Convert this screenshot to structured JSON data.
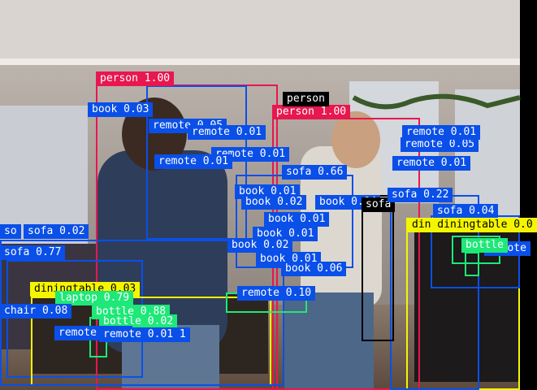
{
  "detections": [
    {
      "label": "person 1.00",
      "color": "#e8174f",
      "text": "#ffffff"
    },
    {
      "label": "person 1.00",
      "color": "#e8174f",
      "text": "#ffffff"
    },
    {
      "label": "person",
      "color": "#000000",
      "text": "#ffffff"
    },
    {
      "label": "book 0.03",
      "color": "#0a4fe8",
      "text": "#ffffff"
    },
    {
      "label": "remote 0.05",
      "color": "#0a4fe8",
      "text": "#ffffff"
    },
    {
      "label": "remote 0.01",
      "color": "#0a4fe8",
      "text": "#ffffff"
    },
    {
      "label": "remote 0.01",
      "color": "#0a4fe8",
      "text": "#ffffff"
    },
    {
      "label": "remote 0.01",
      "color": "#0a4fe8",
      "text": "#ffffff"
    },
    {
      "label": "remote 0.05",
      "color": "#0a4fe8",
      "text": "#ffffff"
    },
    {
      "label": "remote 0.01",
      "color": "#0a4fe8",
      "text": "#ffffff"
    },
    {
      "label": "sofa 0.66",
      "color": "#0a4fe8",
      "text": "#ffffff"
    },
    {
      "label": "book 0.01",
      "color": "#0a4fe8",
      "text": "#ffffff"
    },
    {
      "label": "book 0.02",
      "color": "#0a4fe8",
      "text": "#ffffff"
    },
    {
      "label": "book 0.04",
      "color": "#0a4fe8",
      "text": "#ffffff"
    },
    {
      "label": "book 0.01",
      "color": "#0a4fe8",
      "text": "#ffffff"
    },
    {
      "label": "book 0.01",
      "color": "#0a4fe8",
      "text": "#ffffff"
    },
    {
      "label": "book 0.02",
      "color": "#0a4fe8",
      "text": "#ffffff"
    },
    {
      "label": "book 0.01",
      "color": "#0a4fe8",
      "text": "#ffffff"
    },
    {
      "label": "book 0.06",
      "color": "#0a4fe8",
      "text": "#ffffff"
    },
    {
      "label": "remote 0.10",
      "color": "#0a4fe8",
      "text": "#ffffff"
    },
    {
      "label": "sofa",
      "color": "#000000",
      "text": "#ffffff"
    },
    {
      "label": "sofa 0.22",
      "color": "#0a4fe8",
      "text": "#ffffff"
    },
    {
      "label": "sofa 0.04",
      "color": "#0a4fe8",
      "text": "#ffffff"
    },
    {
      "label": "din diningtable 0.0",
      "color": "#f5f500",
      "text": "#000000"
    },
    {
      "label": "remote 0.01",
      "color": "#0a4fe8",
      "text": "#ffffff"
    },
    {
      "label": "remote",
      "color": "#0a4fe8",
      "text": "#ffffff"
    },
    {
      "label": "bottle",
      "color": "#1ee878",
      "text": "#ffffff"
    },
    {
      "label": "sofa 0.02",
      "color": "#0a4fe8",
      "text": "#ffffff"
    },
    {
      "label": "so",
      "color": "#0a4fe8",
      "text": "#ffffff"
    },
    {
      "label": "sofa 0.77",
      "color": "#0a4fe8",
      "text": "#ffffff"
    },
    {
      "label": "diningtable 0.03",
      "color": "#f5f500",
      "text": "#000000"
    },
    {
      "label": "laptop 0.79",
      "color": "#1ee878",
      "text": "#ffffff"
    },
    {
      "label": "chair 0.08",
      "color": "#0a4fe8",
      "text": "#ffffff"
    },
    {
      "label": "bottle 0.88",
      "color": "#1ee878",
      "text": "#ffffff"
    },
    {
      "label": "bottle 0.02",
      "color": "#1ee878",
      "text": "#ffffff"
    },
    {
      "label": "remote 0.01",
      "color": "#0a4fe8",
      "text": "#ffffff"
    },
    {
      "label": "remote 0.01 1",
      "color": "#0a4fe8",
      "text": "#ffffff"
    }
  ]
}
